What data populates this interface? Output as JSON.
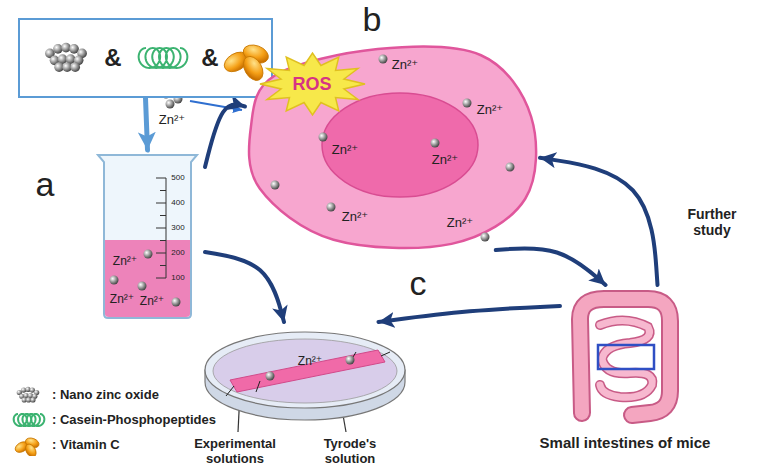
{
  "diagram": {
    "nodes": [
      {
        "text": [
          "&",
          "&"
        ]
      },
      {
        "text": [
          "500",
          "400",
          "300",
          "200",
          "100",
          "Zn²⁺",
          "Zn²⁺",
          "Zn²⁺"
        ]
      },
      {
        "text": [
          "Zn²⁺",
          "Zn²⁺",
          "Zn²⁺",
          "Zn²⁺",
          "Zn²⁺",
          "Zn²⁺"
        ]
      },
      {
        "text": [
          "ROS"
        ],
        "in": 2
      },
      {
        "text": [
          "Zn²⁺"
        ]
      },
      {
        "text": [
          "Small intestines of mice"
        ]
      }
    ],
    "edges": [
      {
        "from": 0,
        "to": 1,
        "arrow": "to"
      },
      {
        "from": 1,
        "to": 2,
        "arrow": "to"
      },
      {
        "from": 1,
        "to": 4,
        "arrow": "to"
      },
      {
        "from": 2,
        "to": 5,
        "arrow": "to"
      },
      {
        "from": 5,
        "to": 2,
        "arrow": "to",
        "label": "Further study"
      },
      {
        "from": 5,
        "to": 4,
        "arrow": "to"
      }
    ],
    "labels": [
      "a",
      "b",
      "c",
      "Zn²⁺",
      "Experimental solutions",
      "Tyrode's solution"
    ],
    "legend": [
      {
        "text": ": Nano zinc oxide"
      },
      {
        "text": ": Casein-Phosphopeptides"
      },
      {
        "text": ": Vitamin C"
      }
    ]
  }
}
